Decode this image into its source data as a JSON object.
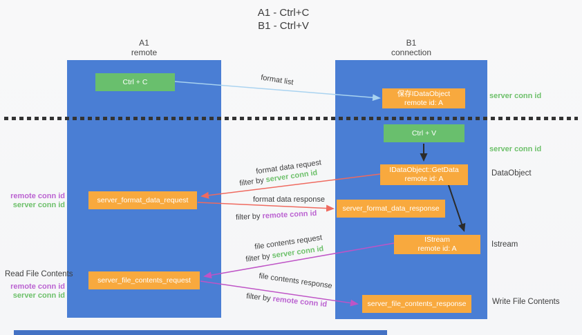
{
  "title": {
    "line1": "A1 - Ctrl+C",
    "line2": "B1 - Ctrl+V"
  },
  "columns": {
    "a": {
      "id": "A1",
      "subtitle": "remote"
    },
    "b": {
      "id": "B1",
      "subtitle": "connection"
    }
  },
  "nodes": {
    "ctrl_c": "Ctrl + C",
    "ctrl_v": "Ctrl + V",
    "save_idataobject": {
      "line1": "保存IDataObject",
      "line2": "remote id: A"
    },
    "getdata": {
      "line1": "IDataObject::GetData",
      "line2": "remote id: A"
    },
    "istream": {
      "line1": "IStream",
      "line2": "remote id: A"
    },
    "format_request": "server_format_data_request",
    "format_response": "server_format_data_response",
    "file_request": "server_file_contents_request",
    "file_response": "server_file_contents_response"
  },
  "labels": {
    "format_list": "format list",
    "format_data_request": "format data request",
    "format_data_response": "format data response",
    "file_contents_request": "file contents request",
    "file_contents_response": "file contents response",
    "filter_by": "filter by",
    "server_conn_id": "server conn id",
    "remote_conn_id": "remote conn id",
    "dataobject": "DataObject",
    "istream": "Istream",
    "read_file_contents": "Read File Contents",
    "write_file_contents": "Write File Contents"
  },
  "colors": {
    "panel_blue": "#4a7ed4",
    "node_green": "#69bf6d",
    "node_orange": "#f8a93e",
    "arrow_lightblue": "#a9d3f0",
    "arrow_salmon": "#ef6a5f",
    "arrow_orchid": "#bf54c6",
    "arrow_black": "#2b2b2b",
    "text_green": "#6dc06a",
    "text_purple": "#bb63d1"
  }
}
